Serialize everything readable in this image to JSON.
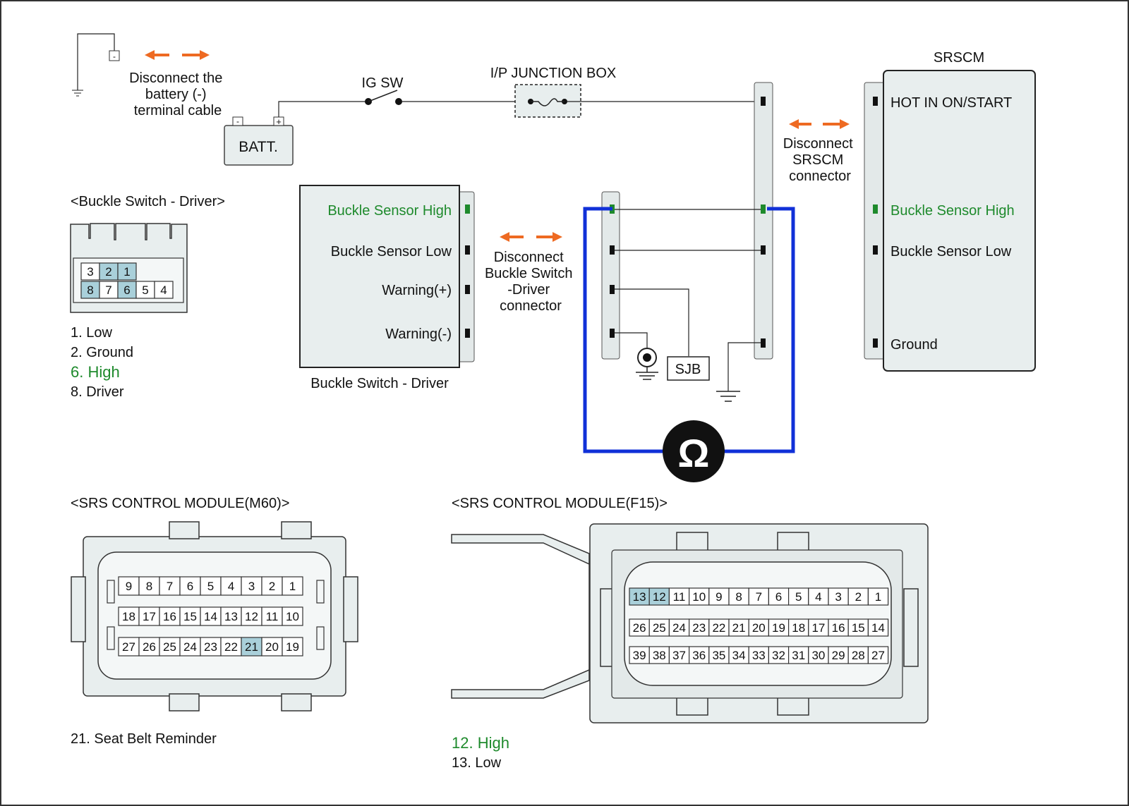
{
  "labels": {
    "disconnect_battery": [
      "Disconnect the",
      "battery (-)",
      "terminal cable"
    ],
    "batt": "BATT.",
    "batt_minus": "-",
    "batt_plus": "+",
    "ground_minus": "-",
    "ig_sw": "IG SW",
    "ip_junction_box": "I/P JUNCTION BOX",
    "srscm_title": "SRSCM",
    "disconnect_srscm": [
      "Disconnect",
      "SRSCM",
      "connector"
    ],
    "disconnect_buckle": [
      "Disconnect",
      "Buckle Switch",
      "-Driver",
      "connector"
    ],
    "sjb": "SJB",
    "ohm": "Ω"
  },
  "buckle_switch_box": {
    "title": "Buckle Switch - Driver",
    "pins": [
      "Buckle Sensor High",
      "Buckle Sensor Low",
      "Warning(+)",
      "Warning(-)"
    ]
  },
  "srscm_box": {
    "pins": [
      "HOT IN ON/START",
      "Buckle Sensor High",
      "Buckle Sensor Low",
      "Ground"
    ]
  },
  "buckle_connector": {
    "title": "<Buckle Switch - Driver>",
    "top_row": [
      "3",
      "2",
      "1"
    ],
    "bottom_row": [
      "8",
      "7",
      "6",
      "5",
      "4"
    ],
    "highlighted": [
      "2",
      "1",
      "8",
      "6"
    ],
    "legend": [
      "1. Low",
      "2. Ground",
      "6. High",
      "8. Driver"
    ]
  },
  "m60_connector": {
    "title": "<SRS CONTROL MODULE(M60)>",
    "rows": [
      [
        "9",
        "8",
        "7",
        "6",
        "5",
        "4",
        "3",
        "2",
        "1"
      ],
      [
        "18",
        "17",
        "16",
        "15",
        "14",
        "13",
        "12",
        "11",
        "10"
      ],
      [
        "27",
        "26",
        "25",
        "24",
        "23",
        "22",
        "21",
        "20",
        "19"
      ]
    ],
    "highlighted": [
      "21"
    ],
    "legend": [
      "21. Seat Belt Reminder"
    ]
  },
  "f15_connector": {
    "title": "<SRS CONTROL MODULE(F15)>",
    "rows": [
      [
        "13",
        "12",
        "11",
        "10",
        "9",
        "8",
        "7",
        "6",
        "5",
        "4",
        "3",
        "2",
        "1"
      ],
      [
        "26",
        "25",
        "24",
        "23",
        "22",
        "21",
        "20",
        "19",
        "18",
        "17",
        "16",
        "15",
        "14"
      ],
      [
        "39",
        "38",
        "37",
        "36",
        "35",
        "34",
        "33",
        "32",
        "31",
        "30",
        "29",
        "28",
        "27"
      ]
    ],
    "highlighted": [
      "13",
      "12"
    ],
    "legend": [
      "12. High",
      "13. Low"
    ]
  },
  "colors": {
    "measurement_wire": "#1030d8",
    "disconnect_arrow": "#ee6a22",
    "highlight_text": "#1e8a2c",
    "highlight_pin": "#a9d0da"
  }
}
